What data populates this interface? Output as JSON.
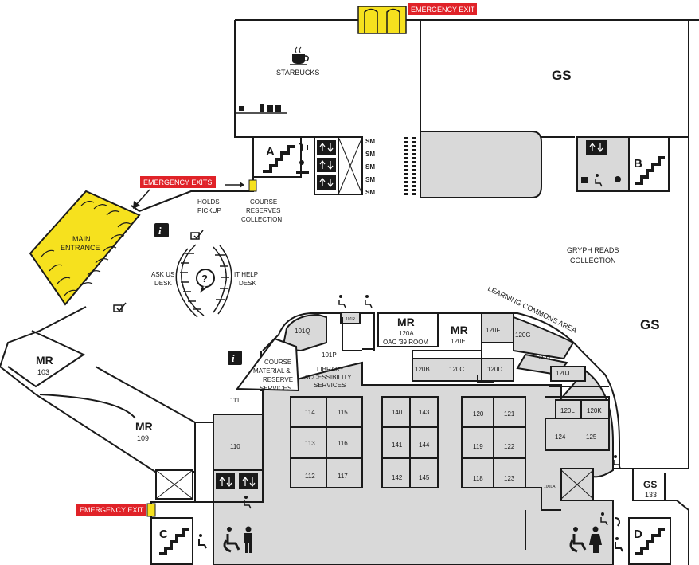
{
  "colors": {
    "exit_yellow": "#f6e11e",
    "exit_red": "#e02228",
    "room_grey": "#d9d9d9",
    "wall": "#1a1a1a",
    "icon_black": "#1a1a1a"
  },
  "exit_labels": {
    "top": "EMERGENCY EXIT",
    "mid": "EMERGENCY EXITS",
    "bottom": "EMERGENCY EXIT"
  },
  "stairs": {
    "a": "A",
    "b": "B",
    "c": "C",
    "d": "D"
  },
  "main_entrance": {
    "line1": "MAIN",
    "line2": "ENTRANCE"
  },
  "starbucks": "STARBUCKS",
  "gs": {
    "code": "GS",
    "room_133": "133"
  },
  "gryph_reads": {
    "line1": "GRYPH READS",
    "line2": "COLLECTION"
  },
  "learning_commons": "LEARNING COMMONS AREA",
  "holds_pickup": {
    "line1": "HOLDS",
    "line2": "PICKUP"
  },
  "course_reserves": {
    "line1": "COURSE",
    "line2": "RESERVES",
    "line3": "COLLECTION"
  },
  "ask_us": {
    "line1": "ASK US",
    "line2": "DESK"
  },
  "it_help": {
    "line1": "IT HELP",
    "line2": "DESK"
  },
  "sm": "SM",
  "mr": "MR",
  "room_103": "103",
  "room_109": "109",
  "room_120a": {
    "number": "120A",
    "name": "OAC '39 ROOM"
  },
  "room_120e": "120E",
  "room_101p": "101P",
  "library_accessibility": {
    "line1": "LIBRARY",
    "line2": "ACCESSIBILITY",
    "line3": "SERVICES"
  },
  "course_material": {
    "line1": "COURSE",
    "line2": "MATERIAL &",
    "line3": "RESERVE",
    "line4": "SERVICES"
  },
  "rooms": {
    "r101q": "101Q",
    "r101r": "101R",
    "r111": "111",
    "r110": "110",
    "r114": "114",
    "r115": "115",
    "r113": "113",
    "r116": "116",
    "r112": "112",
    "r117": "117",
    "r140": "140",
    "r143": "143",
    "r141": "141",
    "r144": "144",
    "r142": "142",
    "r145": "145",
    "r120": "120",
    "r121": "121",
    "r119": "119",
    "r122": "122",
    "r118": "118",
    "r123": "123",
    "r120b": "120B",
    "r120c": "120C",
    "r120d": "120D",
    "r120f": "120F",
    "r120g": "120G",
    "r120h": "120H",
    "r120j": "120J",
    "r120l": "120L",
    "r120k": "120K",
    "r124": "124",
    "r125": "125",
    "r100la": "100LA"
  },
  "icons": {
    "coffee": "coffee-cup-icon",
    "info": "information-icon",
    "help": "question-mark-icon",
    "selfcheck": "self-checkout-icon",
    "elevator": "elevator-icon",
    "accessible": "wheelchair-icon",
    "washroom": "washroom-icon",
    "phone": "phone-icon",
    "fountain": "water-fountain-icon"
  }
}
